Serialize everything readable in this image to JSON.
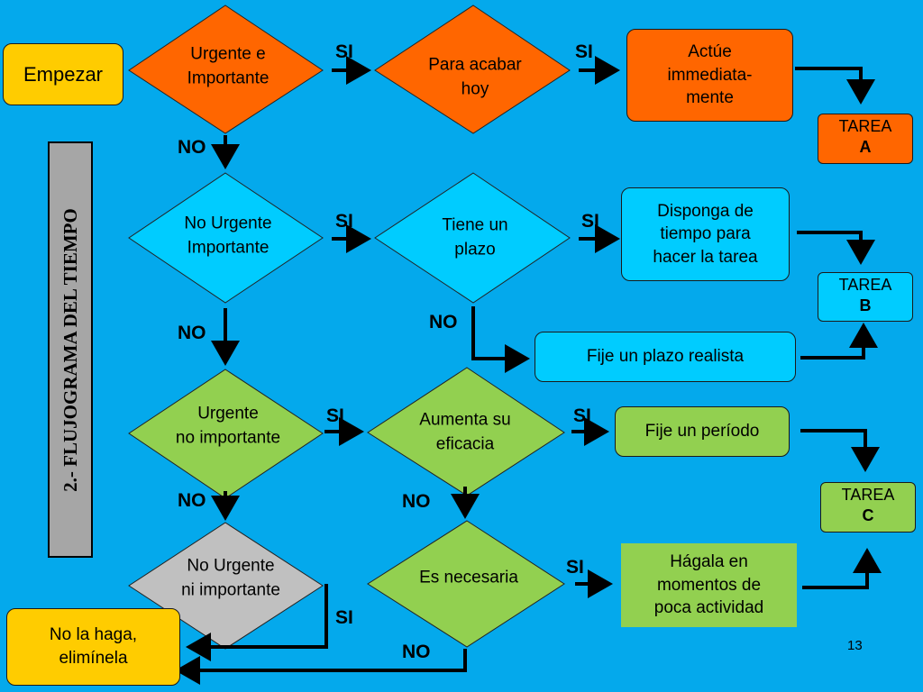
{
  "colors": {
    "background": "#04a9ec",
    "orange": "#ff6600",
    "light_blue": "#00ccff",
    "green": "#92d050",
    "gray": "#c0c0c0",
    "yellow": "#ffcc00"
  },
  "side_title": "2.- FLUJOGRAMA DEL TIEMPO",
  "start": "Empezar",
  "diamonds": {
    "urgente_importante": "Urgente e\nImportante",
    "para_acabar_hoy": "Para acabar\nhoy",
    "no_urgente_importante": "No Urgente\nImportante",
    "tiene_un_plazo": "Tiene un\nplazo",
    "urgente_no_importante": "Urgente\nno importante",
    "aumenta_su_eficacia": "Aumenta su\neficacia",
    "no_urgente_ni_importante": "No Urgente\nni importante",
    "es_necesaria": "Es necesaria"
  },
  "boxes": {
    "actue": "Actúe\nimmediata-\nmente",
    "disponga": "Disponga de\ntiempo para\nhacer la tarea",
    "fije_plazo": "Fije un plazo realista",
    "fije_periodo": "Fije un período",
    "hagala": "Hágala en\nmomentos de\npoca actividad",
    "no_la_haga": "No la haga,\nelimínela"
  },
  "tareas": {
    "a": {
      "word": "TAREA",
      "letter": "A"
    },
    "b": {
      "word": "TAREA",
      "letter": "B"
    },
    "c": {
      "word": "TAREA",
      "letter": "C"
    }
  },
  "labels": {
    "si": "SI",
    "no": "NO"
  },
  "page_number": "13"
}
